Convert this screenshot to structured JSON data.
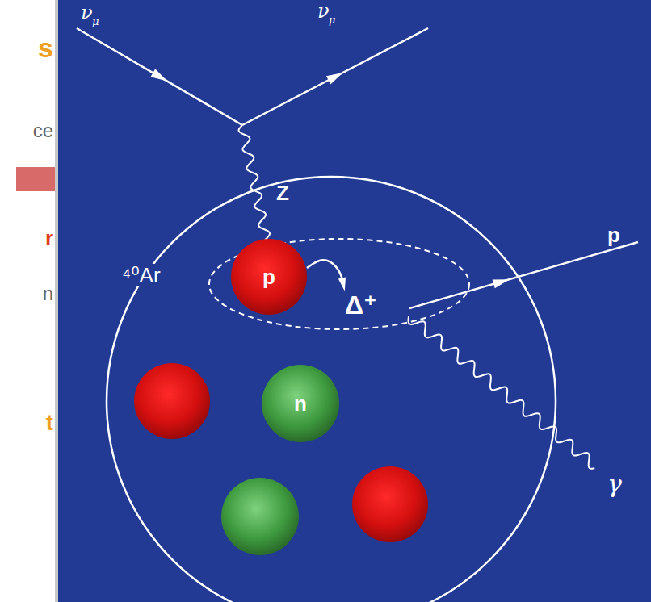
{
  "diagram": {
    "nodes": [
      {
        "text": [
          "⁴⁰Ar"
        ]
      },
      {
        "text": [
          "Δ⁺"
        ],
        "in": 0
      },
      {
        "text": [
          "p"
        ],
        "in": 1
      },
      {
        "text": [
          "n"
        ],
        "in": 0
      }
    ],
    "labels": [
      "ν",
      "μ",
      "ν",
      "μ",
      "Z",
      "p",
      "γ",
      "s",
      "ce",
      "r",
      "n",
      "t"
    ]
  }
}
